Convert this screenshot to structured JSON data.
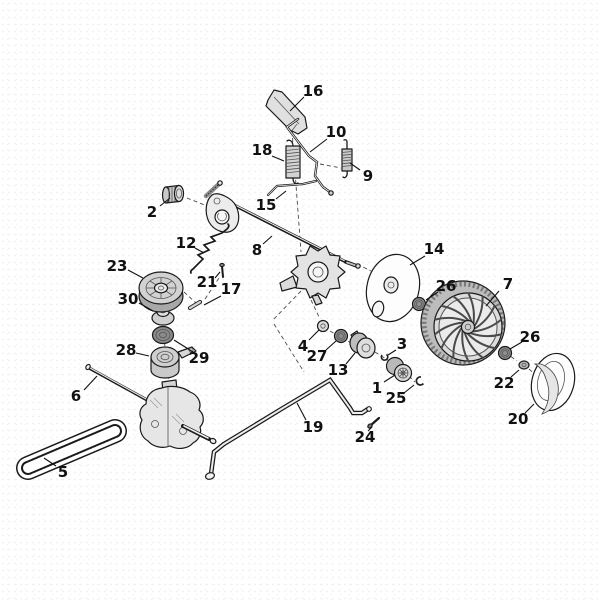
{
  "diagram": {
    "kind": "exploded-parts-diagram",
    "colors": {
      "outline": "#1a1a1a",
      "metal_light": "#e3e3e3",
      "metal_mid": "#c4c4c4",
      "metal_dark": "#8f8f8f",
      "label_text": "#111111",
      "background": "#ffffff"
    },
    "parts": {
      "n16": "16",
      "n10": "10",
      "n18": "18",
      "n9": "9",
      "n15": "15",
      "n2": "2",
      "n12": "12",
      "n8": "8",
      "n23": "23",
      "n14": "14",
      "n26a": "26",
      "n7": "7",
      "n30": "30",
      "n21": "21",
      "n17": "17",
      "n4": "4",
      "n27": "27",
      "n13": "13",
      "n3": "3",
      "n26b": "26",
      "n1": "1",
      "n25": "25",
      "n22": "22",
      "n20": "20",
      "n28": "28",
      "n29": "29",
      "n6": "6",
      "n19": "19",
      "n24": "24",
      "n5": "5"
    }
  }
}
